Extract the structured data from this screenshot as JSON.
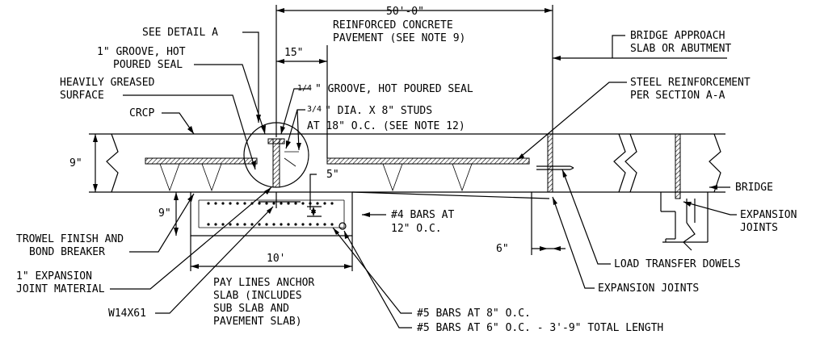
{
  "labels": {
    "dim_50ft": "50'-0\"",
    "reinforced_line1": "REINFORCED CONCRETE",
    "reinforced_line2": "PAVEMENT (SEE NOTE 9)",
    "see_detail": "SEE DETAIL A",
    "groove1_line1": "1\" GROOVE, HOT",
    "groove1_line2": "POURED SEAL",
    "greased_line1": "HEAVILY GREASED",
    "greased_line2": "SURFACE",
    "dim_15in": "15\"",
    "quarter_frac": "1/4",
    "quarter_rest": "\" GROOVE, HOT POURED SEAL",
    "studs_frac": "3/4",
    "studs_line1": "\" DIA. X 8\" STUDS",
    "studs_line2": "AT 18\" O.C. (SEE NOTE 12)",
    "crcp": "CRCP",
    "dim_9in": "9\"",
    "dim_9in_b": "9\"",
    "dim_5in": "5\"",
    "bridge_approach_line1": "BRIDGE APPROACH",
    "bridge_approach_line2": "SLAB OR ABUTMENT",
    "steel_line1": "STEEL REINFORCEMENT",
    "steel_line2": "PER SECTION A-A",
    "bridge": "BRIDGE",
    "expansion_joints_right_line1": "EXPANSION",
    "expansion_joints_right_line2": "JOINTS",
    "bars4_line1": "#4 BARS AT",
    "bars4_line2": "12\" O.C.",
    "trowel_line1": "TROWEL FINISH AND",
    "trowel_line2": "BOND BREAKER",
    "dim_6in": "6\"",
    "dim_10ft": "10'",
    "expansion_material_line1": "1\" EXPANSION",
    "expansion_material_line2": "JOINT MATERIAL",
    "load_transfer": "LOAD TRANSFER DOWELS",
    "pay_line1": "PAY LINES ANCHOR",
    "pay_line2": "SLAB (INCLUDES",
    "pay_line3": "SUB SLAB AND",
    "pay_line4": "PAVEMENT SLAB)",
    "expansion_joints_bottom": "EXPANSION JOINTS",
    "w14": "W14X61",
    "bars5_8": "#5 BARS AT 8\" O.C.",
    "bars5_6": "#5 BARS AT 6\" O.C. - 3'-9\" TOTAL LENGTH"
  }
}
